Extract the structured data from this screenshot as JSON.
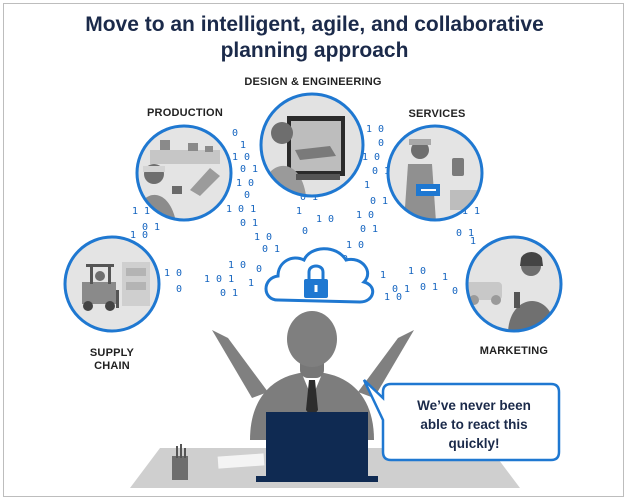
{
  "title": {
    "line1": "Move to an intelligent, agile, and collaborative",
    "line2": "planning approach"
  },
  "labels": {
    "design": "DESIGN & ENGINEERING",
    "production": "PRODUCTION",
    "services": "SERVICES",
    "supply_line1": "SUPPLY",
    "supply_line2": "CHAIN",
    "marketing": "MARKETING"
  },
  "speech_bubble": {
    "line1": "We’ve never been",
    "line2": "able to react this",
    "line3": "quickly!"
  },
  "colors": {
    "accent_blue": "#1f78d1",
    "title_navy": "#1b2a4a",
    "laptop_navy": "#0f2a52",
    "figure_gray": "#808080"
  },
  "icons": [
    "cloud-lock-icon",
    "padlock-icon"
  ]
}
